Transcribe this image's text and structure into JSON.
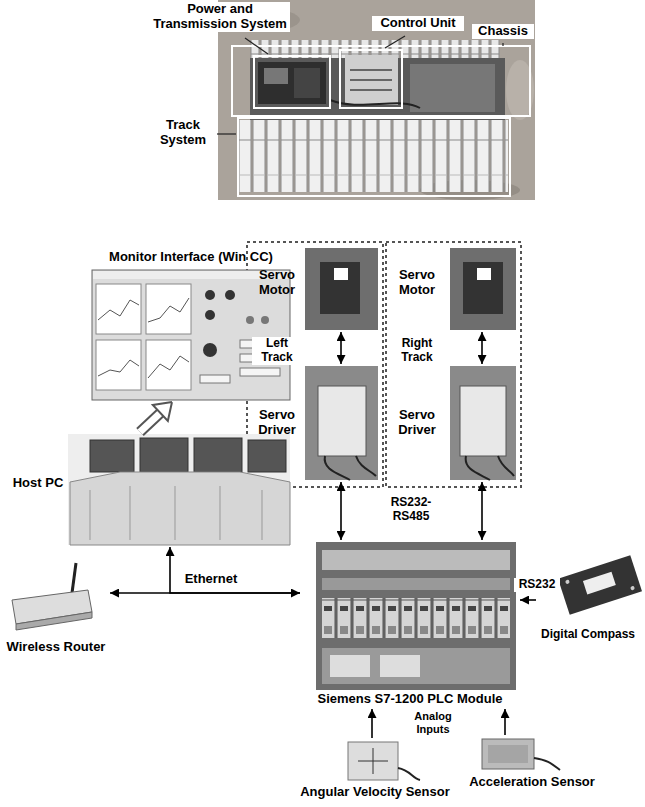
{
  "diagram": {
    "nodes": [
      {
        "text": [
          "Servo Motor"
        ]
      },
      {
        "text": [
          "Servo Motor"
        ]
      },
      {
        "text": [
          "Monitor Interface (Win CC)"
        ]
      },
      {
        "text": [
          "Servo Driver"
        ]
      },
      {
        "text": [
          "Servo Driver"
        ]
      },
      {
        "text": [
          "Host PC"
        ]
      },
      {
        "text": [
          "Wireless Router"
        ]
      },
      {
        "text": [
          "Siemens S7-1200 PLC Module"
        ]
      },
      {
        "text": [
          "Digital Compass"
        ]
      },
      {
        "text": [
          "Angular Velocity Sensor"
        ]
      },
      {
        "text": [
          "Acceleration Sensor"
        ]
      }
    ],
    "edges": [
      {
        "from": 0,
        "to": 3,
        "arrow": "both",
        "label": "Left Track"
      },
      {
        "from": 1,
        "to": 4,
        "arrow": "both",
        "label": "Right Track"
      },
      {
        "from": 3,
        "to": 7,
        "arrow": "both"
      },
      {
        "from": 4,
        "to": 7,
        "arrow": "both"
      },
      {
        "from": 5,
        "to": 2,
        "arrow": "to"
      },
      {
        "from": 7,
        "to": 5,
        "arrow": "to",
        "label": "Ethernet"
      },
      {
        "from": 6,
        "to": 7,
        "arrow": "both"
      },
      {
        "from": 8,
        "to": 7,
        "arrow": "to",
        "label": "RS232"
      },
      {
        "from": 9,
        "to": 7,
        "arrow": "to"
      },
      {
        "from": 10,
        "to": 7,
        "arrow": "to"
      }
    ],
    "labels": [
      "Power and Transmission System",
      "Control Unit",
      "Chassis",
      "Track System",
      "RS232-RS485",
      "Analog Inputs"
    ]
  }
}
